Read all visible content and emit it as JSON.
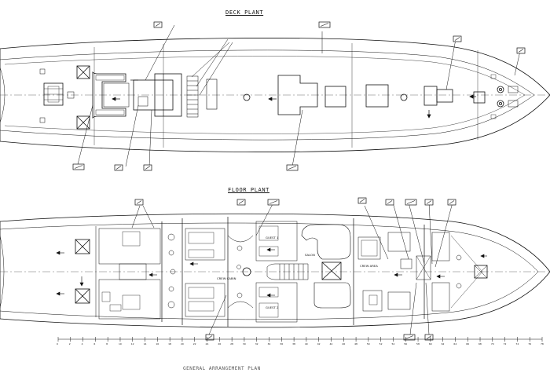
{
  "titles": {
    "deck": "DECK PLANT",
    "floor": "FLOOR PLANT"
  },
  "room_labels": {
    "guest_1": "GUEST 1",
    "guest_2": "GUEST 2",
    "salon": "SALON",
    "crew_area": "CREW AREA",
    "crew_cabin": "CREW CABIN"
  },
  "bottom_note": "GENERAL ARRANGEMENT PLAN",
  "frame_scale": {
    "first_frame": 0,
    "last_frame": 78,
    "frame_step": 2
  },
  "colors": {
    "line": "#111111",
    "centerline": "#444444",
    "background": "#ffffff"
  },
  "icons": [
    "hatch-icon",
    "winch-icon",
    "mast-icon",
    "anchor-icon",
    "callout-tag-icon"
  ]
}
